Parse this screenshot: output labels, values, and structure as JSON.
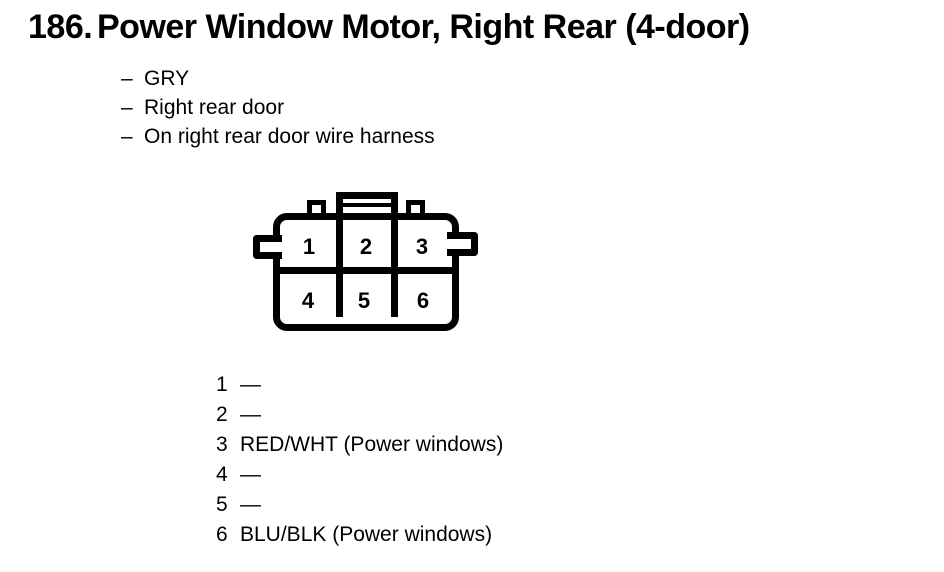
{
  "header": {
    "figure_number": "186.",
    "title": "Power Window Motor, Right Rear (4-door)"
  },
  "notes": [
    {
      "dash": "–",
      "text": "GRY"
    },
    {
      "dash": "–",
      "text": "Right rear door"
    },
    {
      "dash": "–",
      "text": "On right rear door wire harness"
    }
  ],
  "connector": {
    "rows": 2,
    "columns": 3,
    "cavities": [
      "1",
      "2",
      "3",
      "4",
      "5",
      "6"
    ]
  },
  "pinout": [
    {
      "pin": "1",
      "wire": "—"
    },
    {
      "pin": "2",
      "wire": "—"
    },
    {
      "pin": "3",
      "wire": "RED/WHT (Power windows)"
    },
    {
      "pin": "4",
      "wire": "—"
    },
    {
      "pin": "5",
      "wire": "—"
    },
    {
      "pin": "6",
      "wire": "BLU/BLK (Power windows)"
    }
  ],
  "colors": {
    "ink": "#000000",
    "paper": "#ffffff"
  }
}
